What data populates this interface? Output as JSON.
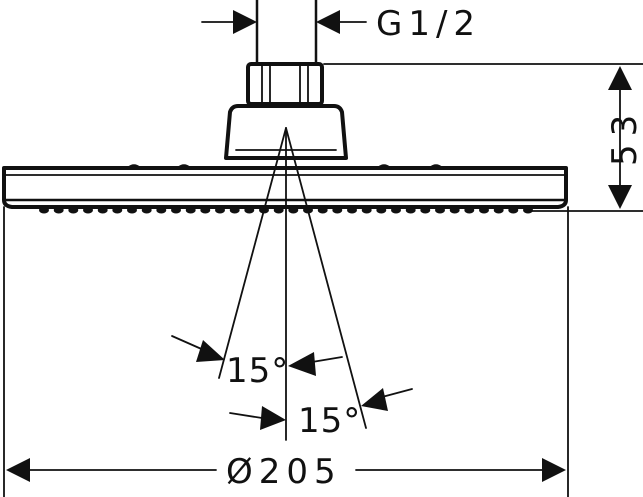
{
  "dimensions": {
    "thread_label": "G1/2",
    "height_label": "53",
    "diameter_label": "Ø205",
    "angle_inner_label": "15°",
    "angle_outer_label": "15°"
  }
}
